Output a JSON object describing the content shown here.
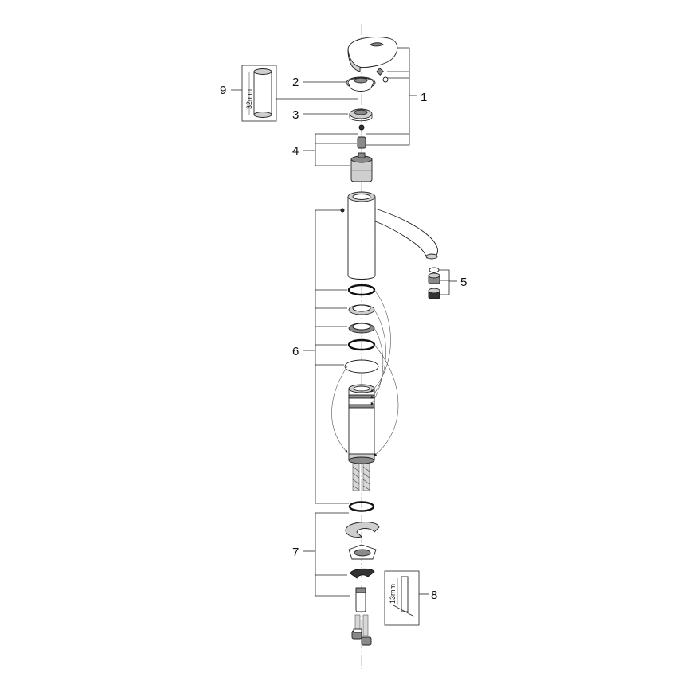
{
  "callouts": {
    "c1": "1",
    "c2": "2",
    "c3": "3",
    "c4": "4",
    "c5": "5",
    "c6": "6",
    "c7": "7",
    "c8": "8",
    "c9": "9"
  },
  "tools": {
    "bush_size": "32mm",
    "wrench_size": "13mm"
  }
}
